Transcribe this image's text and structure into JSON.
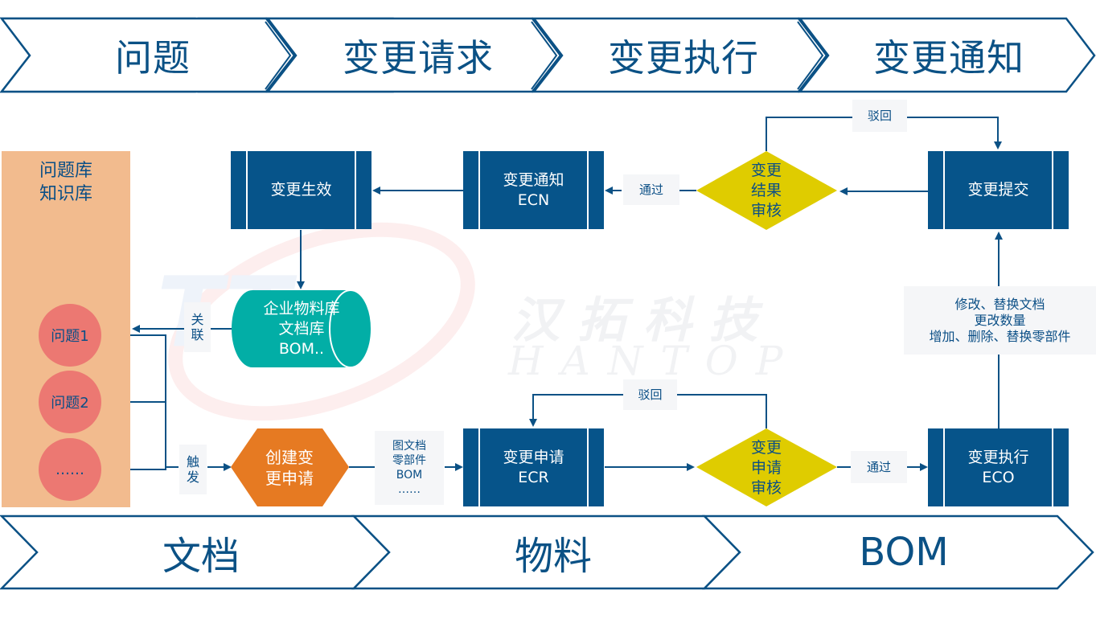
{
  "top_stages": [
    "问题",
    "变更请求",
    "变更执行",
    "变更通知"
  ],
  "bottom_stages": [
    "文档",
    "物料",
    "BOM"
  ],
  "library_panel": {
    "title_line1": "问题库",
    "title_line2": "知识库",
    "issues": [
      "问题1",
      "问题2",
      "……"
    ]
  },
  "watermark": {
    "cn": "汉拓科技",
    "en": "HANTOP"
  },
  "nodes": {
    "change_effective": "变更生效",
    "ecn_line1": "变更通知",
    "ecn_line2": "ECN",
    "result_review_1": "变更",
    "result_review_2": "结果",
    "result_review_3": "审核",
    "change_submit": "变更提交",
    "material_db_1": "企业物料库",
    "material_db_2": "文档库",
    "material_db_3": "BOM..",
    "create_request_1": "创建变",
    "create_request_2": "更申请",
    "ecr_line1": "变更申请",
    "ecr_line2": "ECR",
    "request_review_1": "变更",
    "request_review_2": "申请",
    "request_review_3": "审核",
    "eco_line1": "变更执行",
    "eco_line2": "ECO"
  },
  "edge_labels": {
    "reject_top": "驳回",
    "pass_top": "通过",
    "link_1": "关",
    "link_2": "联",
    "trigger_1": "触",
    "trigger_2": "发",
    "objects_1": "图文档",
    "objects_2": "零部件",
    "objects_3": "BOM",
    "objects_4": "……",
    "reject_bottom": "驳回",
    "pass_bottom": "通过",
    "actions_1": "修改、替换文档",
    "actions_2": "更改数量",
    "actions_3": "增加、删除、替换零部件"
  },
  "colors": {
    "primary": "#06548a",
    "teal": "#02aea6",
    "orange": "#e67a22",
    "yellow": "#dfcc00",
    "panel": "#f2bb8e",
    "issue": "#ec7872"
  }
}
